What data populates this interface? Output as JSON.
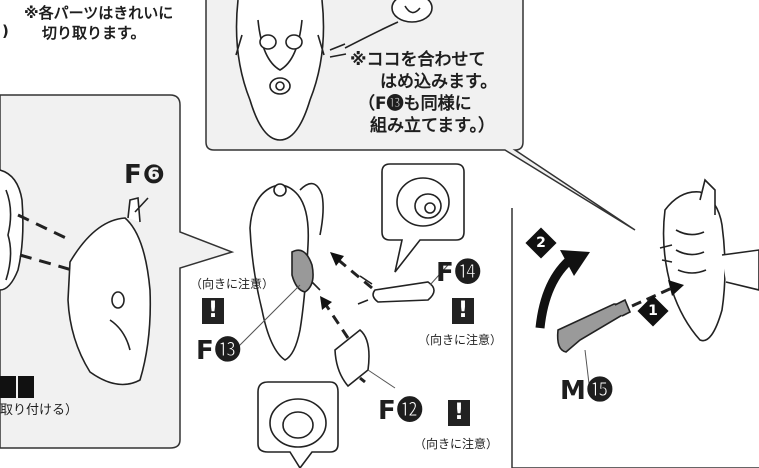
{
  "notes": {
    "cut_parts": "※各パーツはきれいに\n切り取ります。",
    "cut_parts_line1": "※各パーツはきれいに",
    "cut_parts_line2": "切り取ります。",
    "fit_together_line1": "※ココを合わせて",
    "fit_together_line2": "はめ込みます。",
    "fit_together_line3": "（F⓭も同様に",
    "fit_together_line4": "組み立てます。）",
    "attach_fragment": "取り付ける）"
  },
  "parts": {
    "f6": "F❻",
    "f13": "F⓭",
    "f14": "F⓮",
    "f12": "F⓬",
    "m15": "M⓯"
  },
  "cautions": {
    "left": "（向きに注意）",
    "right_middle": "（向きに注意）",
    "right_bottom": "（向きに注意）"
  },
  "symbols": {
    "exclamation": "!",
    "step1": "1",
    "step2": "2"
  },
  "icons": [
    "exclamation-icon",
    "step-1-icon",
    "step-2-icon",
    "arrow-icon"
  ]
}
